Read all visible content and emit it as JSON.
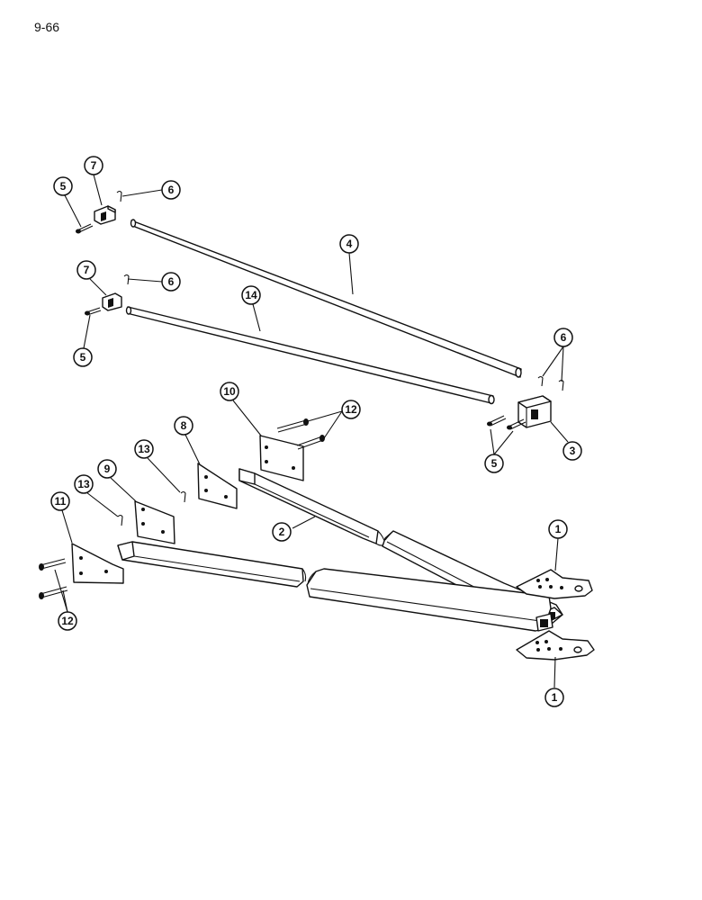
{
  "page": {
    "number": "9-66"
  },
  "callouts": [
    {
      "id": "c-7a",
      "label": "7"
    },
    {
      "id": "c-5a",
      "label": "5"
    },
    {
      "id": "c-6a",
      "label": "6"
    },
    {
      "id": "c-7b",
      "label": "7"
    },
    {
      "id": "c-6b",
      "label": "6"
    },
    {
      "id": "c-5b",
      "label": "5"
    },
    {
      "id": "c-4",
      "label": "4"
    },
    {
      "id": "c-14",
      "label": "14"
    },
    {
      "id": "c-6c",
      "label": "6"
    },
    {
      "id": "c-3",
      "label": "3"
    },
    {
      "id": "c-5c",
      "label": "5"
    },
    {
      "id": "c-10",
      "label": "10"
    },
    {
      "id": "c-12a",
      "label": "12"
    },
    {
      "id": "c-8",
      "label": "8"
    },
    {
      "id": "c-13a",
      "label": "13"
    },
    {
      "id": "c-9",
      "label": "9"
    },
    {
      "id": "c-13b",
      "label": "13"
    },
    {
      "id": "c-11",
      "label": "11"
    },
    {
      "id": "c-2",
      "label": "2"
    },
    {
      "id": "c-1a",
      "label": "1"
    },
    {
      "id": "c-1b",
      "label": "1"
    },
    {
      "id": "c-12b",
      "label": "12"
    }
  ]
}
